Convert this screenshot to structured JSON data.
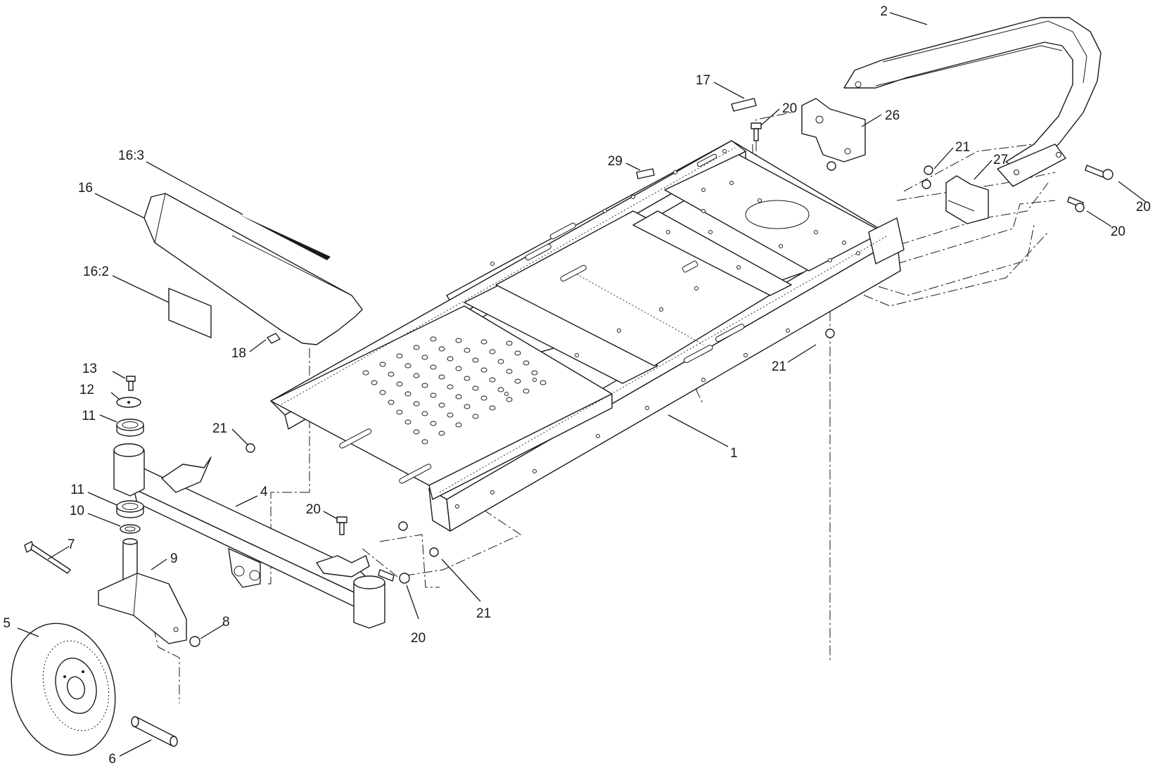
{
  "callouts": [
    {
      "id": "c-2",
      "label": "2"
    },
    {
      "id": "c-17",
      "label": "17"
    },
    {
      "id": "c-20a",
      "label": "20"
    },
    {
      "id": "c-26",
      "label": "26"
    },
    {
      "id": "c-29",
      "label": "29"
    },
    {
      "id": "c-21a",
      "label": "21"
    },
    {
      "id": "c-27",
      "label": "27"
    },
    {
      "id": "c-20b",
      "label": "20"
    },
    {
      "id": "c-20c",
      "label": "20"
    },
    {
      "id": "c-16-3",
      "label": "16:3"
    },
    {
      "id": "c-16",
      "label": "16"
    },
    {
      "id": "c-16-2",
      "label": "16:2"
    },
    {
      "id": "c-18",
      "label": "18"
    },
    {
      "id": "c-21b",
      "label": "21"
    },
    {
      "id": "c-13",
      "label": "13"
    },
    {
      "id": "c-12",
      "label": "12"
    },
    {
      "id": "c-11a",
      "label": "11"
    },
    {
      "id": "c-21c",
      "label": "21"
    },
    {
      "id": "c-1",
      "label": "1"
    },
    {
      "id": "c-4",
      "label": "4"
    },
    {
      "id": "c-11b",
      "label": "11"
    },
    {
      "id": "c-10",
      "label": "10"
    },
    {
      "id": "c-20d",
      "label": "20"
    },
    {
      "id": "c-7",
      "label": "7"
    },
    {
      "id": "c-9",
      "label": "9"
    },
    {
      "id": "c-21d",
      "label": "21"
    },
    {
      "id": "c-20e",
      "label": "20"
    },
    {
      "id": "c-5",
      "label": "5"
    },
    {
      "id": "c-8",
      "label": "8"
    },
    {
      "id": "c-6",
      "label": "6"
    }
  ]
}
